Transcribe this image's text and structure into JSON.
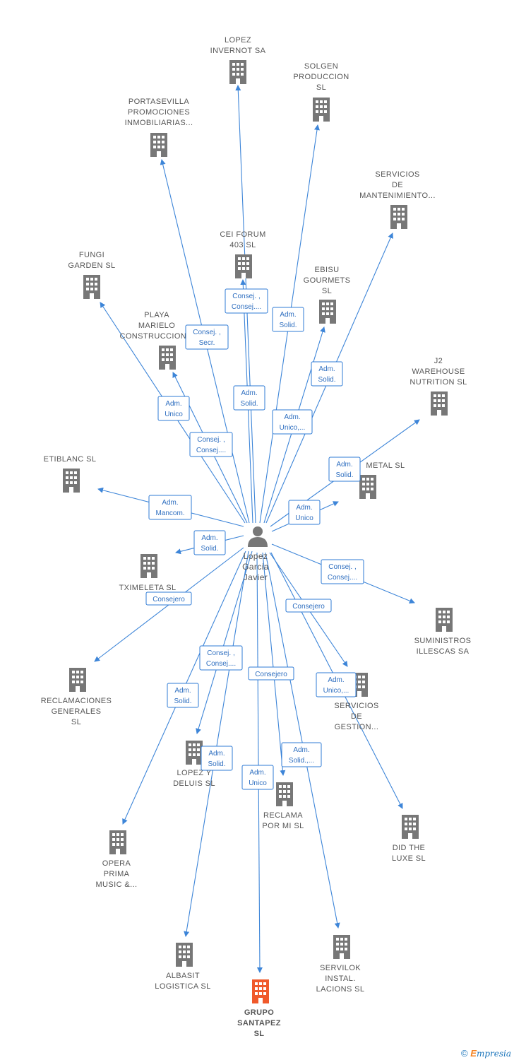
{
  "colors": {
    "edge": "#3d85d8",
    "node": "#777777",
    "highlight": "#f0592b",
    "person": "#777777"
  },
  "center": {
    "id": "lopez",
    "lines": [
      "Lopez",
      "Garcia",
      "Javier"
    ],
    "icon": "person-icon"
  },
  "nodes": [
    {
      "id": "lopez-invernot",
      "lines": [
        "LOPEZ",
        "INVERNOT SA"
      ],
      "icon": "building-icon"
    },
    {
      "id": "solgen",
      "lines": [
        "SOLGEN",
        "PRODUCCION",
        "SL"
      ],
      "icon": "building-icon"
    },
    {
      "id": "portasevilla",
      "lines": [
        "PORTASEVILLA",
        "PROMOCIONES",
        "INMOBILIARIAS..."
      ],
      "icon": "building-icon"
    },
    {
      "id": "servicios-mant",
      "lines": [
        "SERVICIOS",
        "DE",
        "MANTENIMIENTO..."
      ],
      "icon": "building-icon"
    },
    {
      "id": "cei-forum",
      "lines": [
        "CEI FORUM",
        "403  SL"
      ],
      "icon": "building-icon"
    },
    {
      "id": "fungi",
      "lines": [
        "FUNGI",
        "GARDEN  SL"
      ],
      "icon": "building-icon"
    },
    {
      "id": "ebisu",
      "lines": [
        "EBISU",
        "GOURMETS",
        "SL"
      ],
      "icon": "building-icon"
    },
    {
      "id": "playa",
      "lines": [
        "PLAYA",
        "MARIELO",
        "CONSTRUCCION..."
      ],
      "icon": "building-icon"
    },
    {
      "id": "j2",
      "lines": [
        "J2",
        "WAREHOUSE",
        "NUTRITION  SL"
      ],
      "icon": "building-icon"
    },
    {
      "id": "etiblanc",
      "lines": [
        "ETIBLANC  SL"
      ],
      "icon": "building-icon"
    },
    {
      "id": "metal",
      "lines": [
        "METAL SL"
      ],
      "icon": "building-icon"
    },
    {
      "id": "tximeleta",
      "lines": [
        "TXIMELETA SL"
      ],
      "icon": "building-icon"
    },
    {
      "id": "suministros",
      "lines": [
        "SUMINISTROS",
        "ILLESCAS SA"
      ],
      "icon": "building-icon"
    },
    {
      "id": "reclamaciones",
      "lines": [
        "RECLAMACIONES",
        "GENERALES",
        "SL"
      ],
      "icon": "building-icon"
    },
    {
      "id": "servicios-gest",
      "lines": [
        "SERVICIOS",
        "DE",
        "GESTION..."
      ],
      "icon": "building-icon"
    },
    {
      "id": "lopez-deluis",
      "lines": [
        "LOPEZ Y",
        "DELUIS SL"
      ],
      "icon": "building-icon"
    },
    {
      "id": "reclama",
      "lines": [
        "RECLAMA",
        "POR MI  SL"
      ],
      "icon": "building-icon"
    },
    {
      "id": "did",
      "lines": [
        "DID THE",
        "LUXE SL"
      ],
      "icon": "building-icon"
    },
    {
      "id": "opera",
      "lines": [
        "OPERA",
        "PRIMA",
        "MUSIC &..."
      ],
      "icon": "building-icon"
    },
    {
      "id": "albasit",
      "lines": [
        "ALBASIT",
        "LOGISTICA  SL"
      ],
      "icon": "building-icon"
    },
    {
      "id": "grupo",
      "lines": [
        "GRUPO",
        "SANTAPEZ",
        "SL"
      ],
      "icon": "building-icon",
      "highlight": true
    },
    {
      "id": "servilok",
      "lines": [
        "SERVILOK",
        "INSTAL.",
        "LACIONS SL"
      ],
      "icon": "building-icon"
    }
  ],
  "edges": [
    {
      "to": "lopez-invernot",
      "label": [
        "Consej. ,",
        "Consej...."
      ]
    },
    {
      "to": "solgen",
      "label": [
        "Adm.",
        "Solid."
      ]
    },
    {
      "to": "portasevilla",
      "label": [
        "Consej. ,",
        "Secr."
      ]
    },
    {
      "to": "servicios-mant",
      "label": [
        "Adm.",
        "Solid."
      ]
    },
    {
      "to": "cei-forum",
      "label": [
        "Adm.",
        "Solid."
      ]
    },
    {
      "to": "fungi",
      "label": [
        "Adm.",
        "Unico"
      ]
    },
    {
      "to": "ebisu",
      "label": [
        "Adm.",
        "Unico,..."
      ]
    },
    {
      "to": "playa",
      "label": [
        "Consej. ,",
        "Consej...."
      ]
    },
    {
      "to": "j2",
      "label": [
        "Adm.",
        "Solid."
      ]
    },
    {
      "to": "etiblanc",
      "label": [
        "Adm.",
        "Mancom."
      ]
    },
    {
      "to": "metal",
      "label": [
        "Adm.",
        "Unico"
      ]
    },
    {
      "to": "tximeleta",
      "label": [
        "Adm.",
        "Solid."
      ]
    },
    {
      "to": "suministros",
      "label": [
        "Consej. ,",
        "Consej...."
      ]
    },
    {
      "to": "reclamaciones",
      "label": [
        "Consejero"
      ]
    },
    {
      "to": "servicios-gest",
      "label": [
        "Consejero"
      ]
    },
    {
      "to": "lopez-deluis",
      "label": [
        "Consej. ,",
        "Consej...."
      ]
    },
    {
      "to": "reclama",
      "label": [
        "Consejero"
      ]
    },
    {
      "to": "did",
      "label": [
        "Adm.",
        "Unico,..."
      ]
    },
    {
      "to": "opera",
      "label": [
        "Adm.",
        "Solid."
      ]
    },
    {
      "to": "albasit",
      "label": [
        "Adm.",
        "Solid."
      ]
    },
    {
      "to": "grupo",
      "label": [
        "Adm.",
        "Unico"
      ]
    },
    {
      "to": "servilok",
      "label": [
        "Adm.",
        "Solid.,..."
      ]
    }
  ],
  "footer": {
    "copyright": "©",
    "brand_first": "E",
    "brand_rest": "mpresia"
  }
}
